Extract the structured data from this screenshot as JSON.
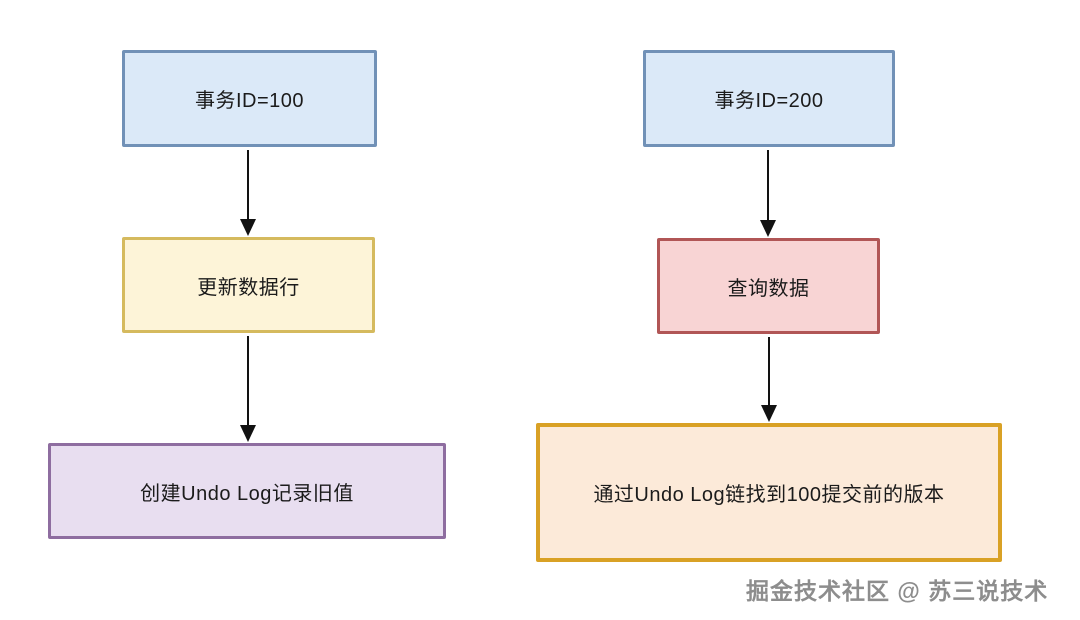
{
  "diagram_title": "MVCC Undo Log flow",
  "arrow_color": "#121212",
  "flows": [
    {
      "id": "transaction-100",
      "steps": [
        {
          "label": "事务ID=100",
          "fill": "#dbe9f8",
          "border": "#7191b7"
        },
        {
          "label": "更新数据行",
          "fill": "#fdf4d8",
          "border": "#d5ba5e"
        },
        {
          "label": "创建Undo Log记录旧值",
          "fill": "#e8def0",
          "border": "#8e6da0"
        }
      ]
    },
    {
      "id": "transaction-200",
      "steps": [
        {
          "label": "事务ID=200",
          "fill": "#dbe9f8",
          "border": "#7191b7"
        },
        {
          "label": "查询数据",
          "fill": "#f8d4d4",
          "border": "#b15656"
        },
        {
          "label": "通过Undo Log链找到100提交前的版本",
          "fill": "#fcead9",
          "border": "#d9a125"
        }
      ]
    }
  ],
  "watermark": {
    "text": "掘金技术社区 @ 苏三说技术",
    "color": "#8d8d8d"
  }
}
